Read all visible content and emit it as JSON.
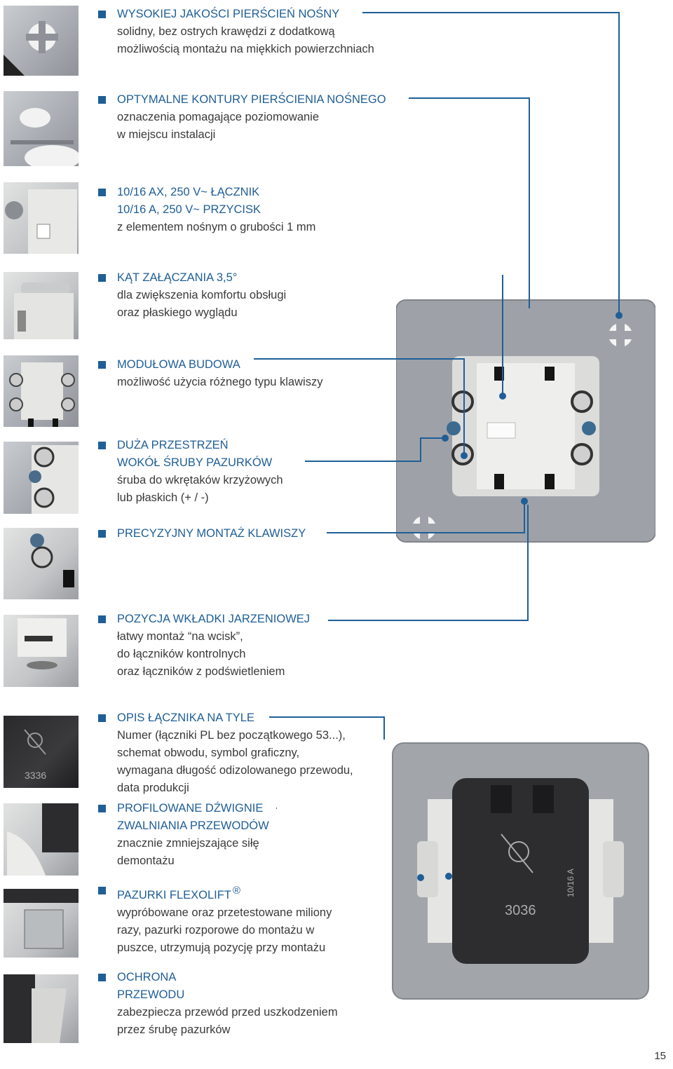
{
  "features": [
    {
      "head": [
        "WYSOKIEJ JAKOŚCI PIERŚCIEŃ NOŚNY"
      ],
      "desc": [
        "solidny, bez ostrych krawędzi z dodatkową",
        "możliwością montażu na miękkich powierzchniach"
      ]
    },
    {
      "head": [
        "OPTYMALNE KONTURY PIERŚCIENIA NOŚNEGO"
      ],
      "desc": [
        "oznaczenia pomagające poziomowanie",
        "w miejscu instalacji"
      ]
    },
    {
      "head": [
        "10/16 AX, 250 V~ ŁĄCZNIK",
        "10/16 A, 250 V~ PRZYCISK"
      ],
      "desc": [
        "z elementem nośnym o grubości 1 mm"
      ]
    },
    {
      "head": [
        "KĄT ZAŁĄCZANIA 3,5°"
      ],
      "desc": [
        "dla zwiększenia komfortu obsługi",
        "oraz płaskiego wyglądu"
      ]
    },
    {
      "head": [
        "MODUŁOWA BUDOWA"
      ],
      "desc": [
        "możliwość użycia różnego typu klawiszy"
      ]
    },
    {
      "head": [
        "DUŻA PRZESTRZEŃ",
        "WOKÓŁ ŚRUBY PAZURKÓW"
      ],
      "desc": [
        "śruba do wkrętaków krzyżowych",
        "lub płaskich (+ / -)"
      ]
    },
    {
      "head": [
        "PRECYZYJNY MONTAŻ KLAWISZY"
      ],
      "desc": []
    },
    {
      "head": [
        "POZYCJA WKŁADKI JARZENIOWEJ"
      ],
      "desc": [
        "łatwy montaż “na wcisk”,",
        "do łączników kontrolnych",
        "oraz łączników z podświetleniem"
      ]
    },
    {
      "head": [
        "OPIS ŁĄCZNIKA NA TYLE"
      ],
      "desc": [
        "Numer (łączniki PL bez początkowego 53...),",
        "schemat obwodu, symbol graficzny,",
        "wymagana długość odizolowanego przewodu,",
        "data produkcji"
      ]
    },
    {
      "head": [
        "PROFILOWANE DŹWIGNIE",
        "ZWALNIANIA PRZEWODÓW"
      ],
      "desc": [
        "znacznie zmniejszające siłę",
        "demontażu"
      ]
    },
    {
      "head": [
        "PAZURKI FLEXOLIFT"
      ],
      "head_sup": "®",
      "desc": [
        "wypróbowane oraz przetestowane miliony",
        "razy, pazurki rozporowe do montażu w",
        "puszce, utrzymują pozycję przy montażu"
      ]
    },
    {
      "head": [
        "OCHRONA",
        "PRZEWODU"
      ],
      "desc": [
        "zabezpiecza przewód przed uszkodzeniem",
        "przez śrubę pazurków"
      ]
    }
  ],
  "photo_labels": {
    "back_number": "3036",
    "back_rating": "10/16 A",
    "thumb_number": "3336"
  },
  "page_number": "15",
  "colors": {
    "accent": "#1f5e96",
    "text": "#3a3a3a",
    "plate": "#9ea2a8"
  }
}
